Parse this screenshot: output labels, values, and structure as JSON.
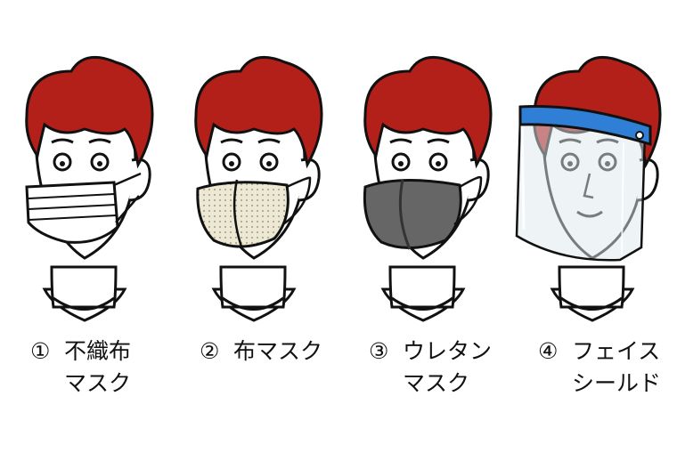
{
  "colors": {
    "hair": "#b3201a",
    "outline": "#111111",
    "skin": "#ffffff",
    "nonwoven_mask": "#ffffff",
    "cloth_mask": "#ece8d4",
    "urethane_mask": "#666666",
    "shield_band": "#2f7fd6"
  },
  "figures": [
    {
      "id": "nonwoven",
      "number": "①",
      "line1": "不織布",
      "line2": "マスク",
      "icon": "nonwoven-mask-icon"
    },
    {
      "id": "cloth",
      "number": "②",
      "line1": "布マスク",
      "line2": "",
      "icon": "cloth-mask-icon"
    },
    {
      "id": "urethane",
      "number": "③",
      "line1": "ウレタン",
      "line2": "マスク",
      "icon": "urethane-mask-icon"
    },
    {
      "id": "shield",
      "number": "④",
      "line1": "フェイス",
      "line2": "シールド",
      "icon": "face-shield-icon"
    }
  ]
}
